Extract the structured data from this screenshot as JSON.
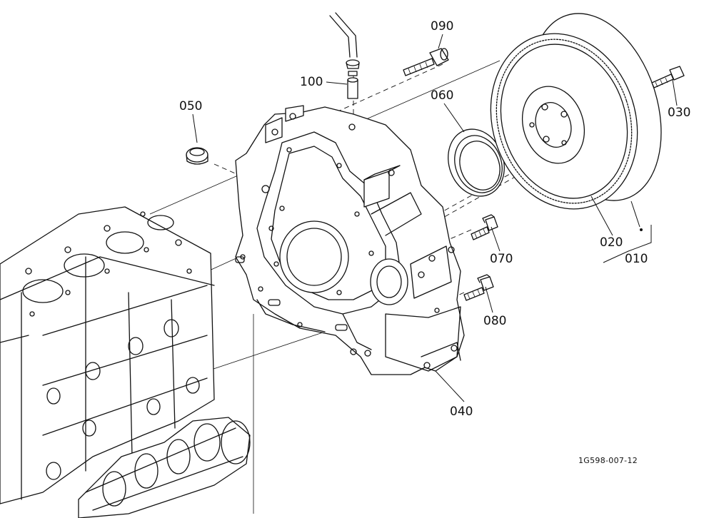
{
  "diagram": {
    "reference_code": "1G598-007-12",
    "parts": [
      {
        "id": "p090",
        "label": "090",
        "depicts": "bolt"
      },
      {
        "id": "p100",
        "label": "100",
        "depicts": "hose-clamp-and-nipple"
      },
      {
        "id": "p050",
        "label": "050",
        "depicts": "plug"
      },
      {
        "id": "p060",
        "label": "060",
        "depicts": "oil-seal"
      },
      {
        "id": "p030",
        "label": "030",
        "depicts": "flywheel-bolt"
      },
      {
        "id": "p020",
        "label": "020",
        "depicts": "flywheel"
      },
      {
        "id": "p010",
        "label": "010",
        "depicts": "flywheel-assembly"
      },
      {
        "id": "p070",
        "label": "070",
        "depicts": "bolt"
      },
      {
        "id": "p080",
        "label": "080",
        "depicts": "bolt"
      },
      {
        "id": "p040",
        "label": "040",
        "depicts": "flywheel-housing"
      }
    ]
  }
}
